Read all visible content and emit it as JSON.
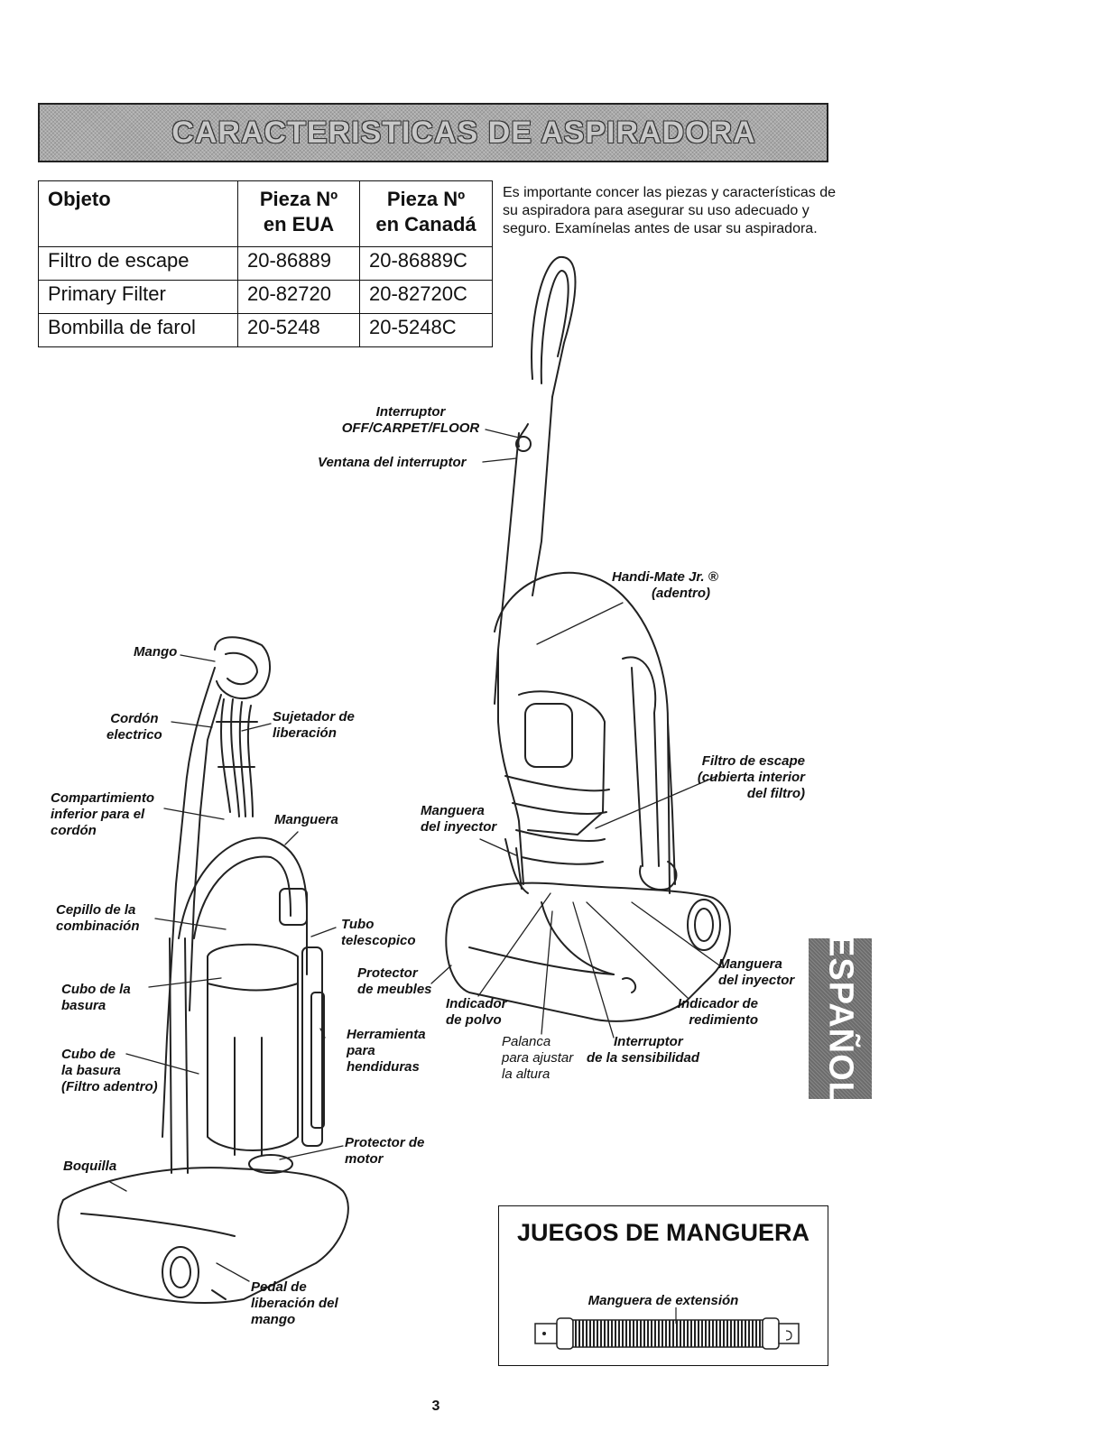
{
  "banner": {
    "title": "CARACTERISTICAS DE ASPIRADORA"
  },
  "parts_table": {
    "headers": [
      "Objeto",
      "Pieza Nº\nen EUA",
      "Pieza Nº\nen Canadá"
    ],
    "rows": [
      [
        "Filtro de escape",
        "20-86889",
        "20-86889C"
      ],
      [
        "Primary Filter",
        "20-82720",
        "20-82720C"
      ],
      [
        "Bombilla de farol",
        "20-5248",
        "20-5248C"
      ]
    ]
  },
  "intro_text": "Es importante concer las piezas y caracterís­ticas de su aspiradora para asegurar su uso adecuado y seguro.  Examínelas antes de usar su aspiradora.",
  "labels": {
    "interruptor_1": "Interruptor",
    "interruptor_2": "OFF/CARPET/FLOOR",
    "ventana": "Ventana del interruptor",
    "handimate_1": "Handi-Mate Jr. ®",
    "handimate_2": "(adentro)",
    "mango": "Mango",
    "cordon_1": "Cordón",
    "cordon_2": "electrico",
    "sujetador_1": "Sujetador de",
    "sujetador_2": "liberación",
    "compartimiento_1": "Compartimiento",
    "compartimiento_2": "inferior para el",
    "compartimiento_3": "cordón",
    "manguera": "Manguera",
    "filtro_1": "Filtro de escape",
    "filtro_2": "(cubierta interior",
    "filtro_3": "del filtro)",
    "mang_iny_1": "Manguera",
    "mang_iny_2": "del inyector",
    "cepillo_1": "Cepillo de la",
    "cepillo_2": "combinación",
    "tubo_1": "Tubo",
    "tubo_2": "telescopico",
    "protector_1": "Protector",
    "protector_2": "de meubles",
    "mang_iny_r1": "Manguera",
    "mang_iny_r2": "del inyector",
    "cubo_1": "Cubo de la",
    "cubo_2": "basura",
    "indicador_polvo_1": "Indicador",
    "indicador_polvo_2": "de polvo",
    "indicador_red_1": "Indicador de",
    "indicador_red_2": "redimiento",
    "herramienta_1": "Herramienta",
    "herramienta_2": "para",
    "herramienta_3": "hendiduras",
    "palanca_1": "Palanca",
    "palanca_2": "para ajustar",
    "palanca_3": "la altura",
    "interruptor_sens_1": "Interruptor",
    "interruptor_sens_2": "de la sensibilidad",
    "cubo_f_1": "Cubo de",
    "cubo_f_2": "la basura",
    "cubo_f_3": "(Filtro adentro)",
    "protector_motor_1": "Protector de",
    "protector_motor_2": "motor",
    "boquilla": "Boquilla",
    "pedal_1": "Pedal de",
    "pedal_2": "liberación del",
    "pedal_3": "mango"
  },
  "side_tab": "ESPAÑOL",
  "hose_kit": {
    "title": "JUEGOS DE MANGUERA",
    "caption": "Manguera de extensión"
  },
  "page_number": "3"
}
